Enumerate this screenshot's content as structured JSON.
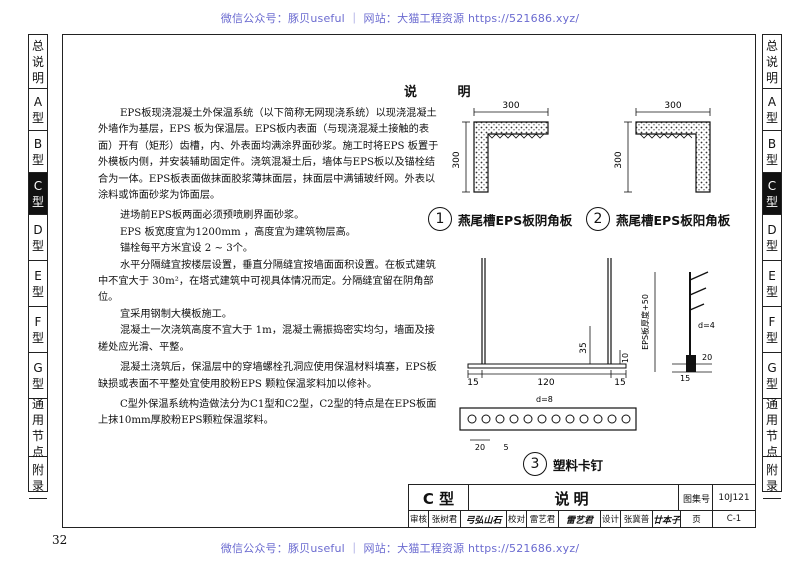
{
  "watermark": "微信公众号：豚贝useful ｜ 网站：大猫工程资源 https://521686.xyz/",
  "page_number": "32",
  "side_tabs": [
    {
      "chars": [
        "总",
        "说",
        "明"
      ],
      "active": false
    },
    {
      "chars": [
        "A",
        "型"
      ],
      "active": false
    },
    {
      "chars": [
        "B",
        "型"
      ],
      "active": false
    },
    {
      "chars": [
        "C",
        "型"
      ],
      "active": true
    },
    {
      "chars": [
        "D",
        "型"
      ],
      "active": false
    },
    {
      "chars": [
        "E",
        "型"
      ],
      "active": false
    },
    {
      "chars": [
        "F",
        "型"
      ],
      "active": false
    },
    {
      "chars": [
        "G",
        "型"
      ],
      "active": false
    },
    {
      "chars": [
        "通",
        "用",
        "节",
        "点"
      ],
      "active": false
    },
    {
      "chars": [
        "附",
        "录"
      ],
      "active": false
    }
  ],
  "notes": {
    "title": "说 明",
    "paragraphs": [
      "EPS板现浇混凝土外保温系统（以下简称无网现浇系统）以现浇混凝土外墙作为基层，EPS 板为保温层。EPS板内表面（与现浇混凝土接触的表面）开有（矩形）齿槽，内、外表面均满涂界面砂浆。施工时将EPS 板置于外模板内侧，并安装辅助固定件。浇筑混凝土后，墙体与EPS板以及锚栓结合为一体。EPS板表面做抹面胶浆薄抹面层，抹面层中满铺玻纤网。外表以涂料或饰面砂浆为饰面层。",
      "进场前EPS板两面必须预喷刷界面砂浆。",
      "EPS 板宽度宜为1200mm ，高度宜为建筑物层高。",
      "锚栓每平方米宜设 2 ~ 3个。",
      "水平分隔缝宜按楼层设置，垂直分隔缝宜按墙面面积设置。在板式建筑中不宜大于 30m²，在塔式建筑中可视具体情况而定。分隔缝宜留在阴角部位。",
      "宜采用钢制大模板施工。",
      "混凝土一次浇筑高度不宜大于 1m，混凝土需振捣密实均匀，墙面及接槎处应光滑、平整。",
      "混凝土浇筑后，保温层中的穿墙螺栓孔洞应使用保温材料填塞，EPS板缺损或表面不平整处宜使用胶粉EPS 颗粒保温浆料加以修补。",
      "C型外保温系统构造做法分为C1型和C2型，C2型的特点是在EPS板面上抹10mm厚胶粉EPS颗粒保温浆料。"
    ]
  },
  "figures": {
    "fig1": {
      "num": "1",
      "label": "燕尾槽EPS板阴角板",
      "dim_w": "300",
      "dim_h": "300"
    },
    "fig2": {
      "num": "2",
      "label": "燕尾槽EPS板阳角板",
      "dim_w": "300",
      "dim_h": "300"
    },
    "fig3": {
      "num": "3",
      "label": "塑料卡钉",
      "dims": {
        "d15a": "15",
        "d120": "120",
        "d15b": "15",
        "d35": "35",
        "d10": "10",
        "d15c": "15",
        "d20": "20",
        "d4": "d=4",
        "d8": "d=8",
        "d20b": "20",
        "d5": "5",
        "eps": "EPS板厚度+50"
      }
    }
  },
  "title_block": {
    "type": "C 型",
    "name": "说明",
    "atlas_label": "图集号",
    "atlas_no": "10J121",
    "page_label": "页",
    "page_no": "C-1",
    "roles": [
      "审核",
      "张树君",
      "校对",
      "雷艺君",
      "设计",
      "张冀普"
    ],
    "signatures": [
      "弓弘山石",
      "雷艺君",
      "廿本子"
    ]
  }
}
